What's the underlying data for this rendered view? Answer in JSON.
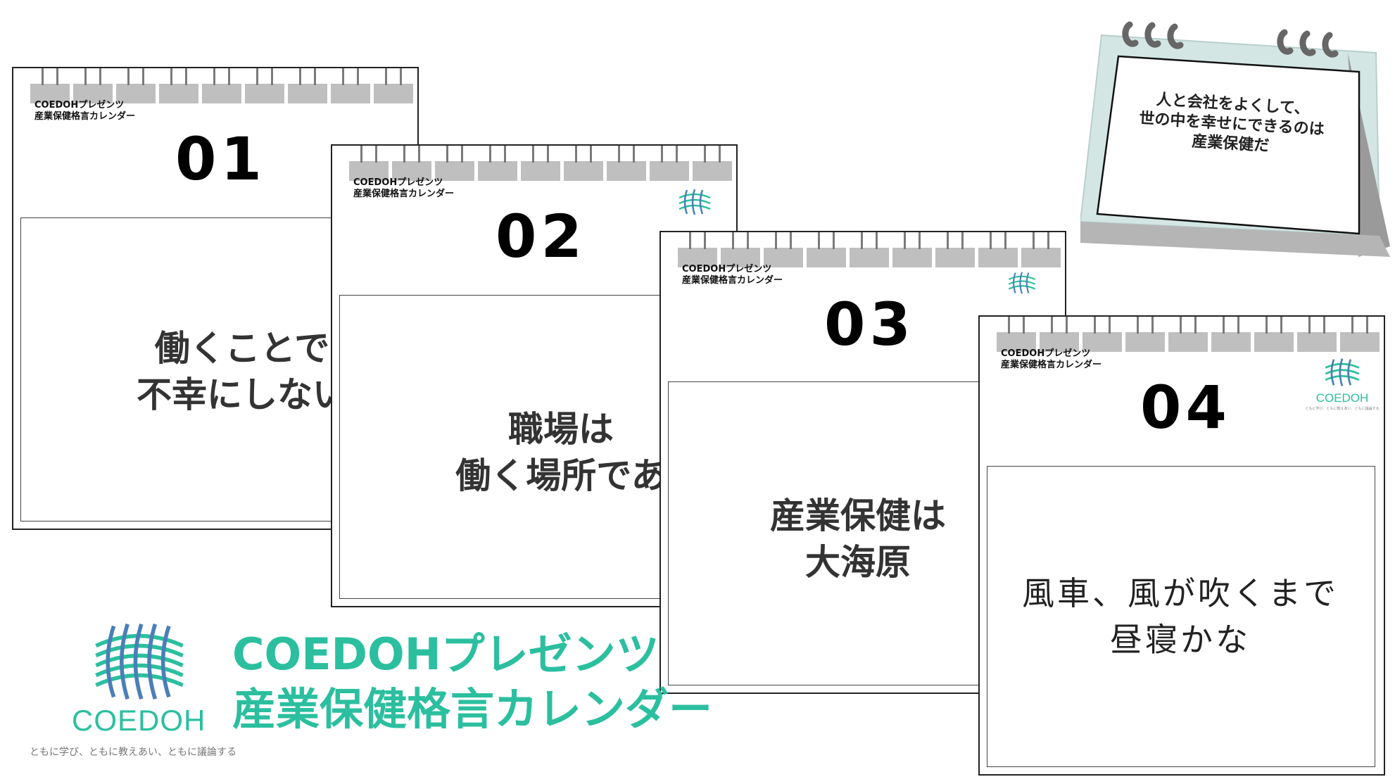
{
  "brand_line1": "COEDOHプレゼンツ",
  "brand_line2": "産業保健格言カレンダー",
  "logo_word": "COEDOH",
  "tagline": "ともに学び、ともに教えあい、ともに議論する",
  "headline": {
    "line1": "COEDOHプレゼンツ",
    "line2": "産業保健格言カレンダー"
  },
  "desk_calendar": {
    "line1": "人と会社をよくして、",
    "line2": "世の中を幸せにできるのは",
    "line3": "産業保健だ"
  },
  "pages": [
    {
      "number": "01",
      "line1": "働くことで",
      "line2": "不幸にしない"
    },
    {
      "number": "02",
      "line1": "職場は",
      "line2": "働く場所であ"
    },
    {
      "number": "03",
      "line1": "産業保健は",
      "line2": "大海原"
    },
    {
      "number": "04",
      "line1": "風車、風が吹くまで",
      "line2": "昼寝かな"
    }
  ],
  "colors": {
    "brand_teal": "#2bbf9f",
    "logo_blue": "#4a7fb8",
    "desk_frame": "#cfe3e2",
    "desk_stand": "#9a9a9a"
  }
}
